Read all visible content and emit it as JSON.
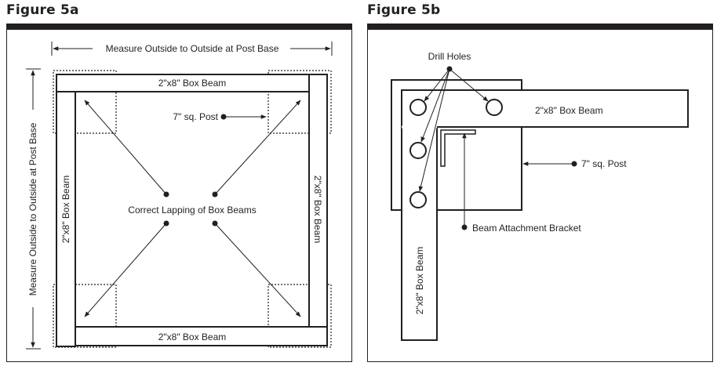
{
  "figure_a": {
    "title": "Figure 5a",
    "labels": {
      "measure_top": "Measure Outside to Outside at Post Base",
      "measure_side": "Measure Outside to Outside at Post Base",
      "beam_top": "2\"x8\" Box Beam",
      "beam_bottom": "2\"x8\" Box Beam",
      "beam_left": "2\"x8\" Box Beam",
      "beam_right": "2\"x8\" Box Beam",
      "post": "7\" sq. Post",
      "lapping": "Correct Lapping of Box Beams"
    }
  },
  "figure_b": {
    "title": "Figure 5b",
    "labels": {
      "drill_holes": "Drill Holes",
      "beam_horizontal": "2\"x8\" Box Beam",
      "beam_vertical": "2\"x8\" Box Beam",
      "post": "7\" sq. Post",
      "bracket": "Beam Attachment Bracket"
    }
  },
  "colors": {
    "ink": "#231f20",
    "background": "#ffffff"
  }
}
